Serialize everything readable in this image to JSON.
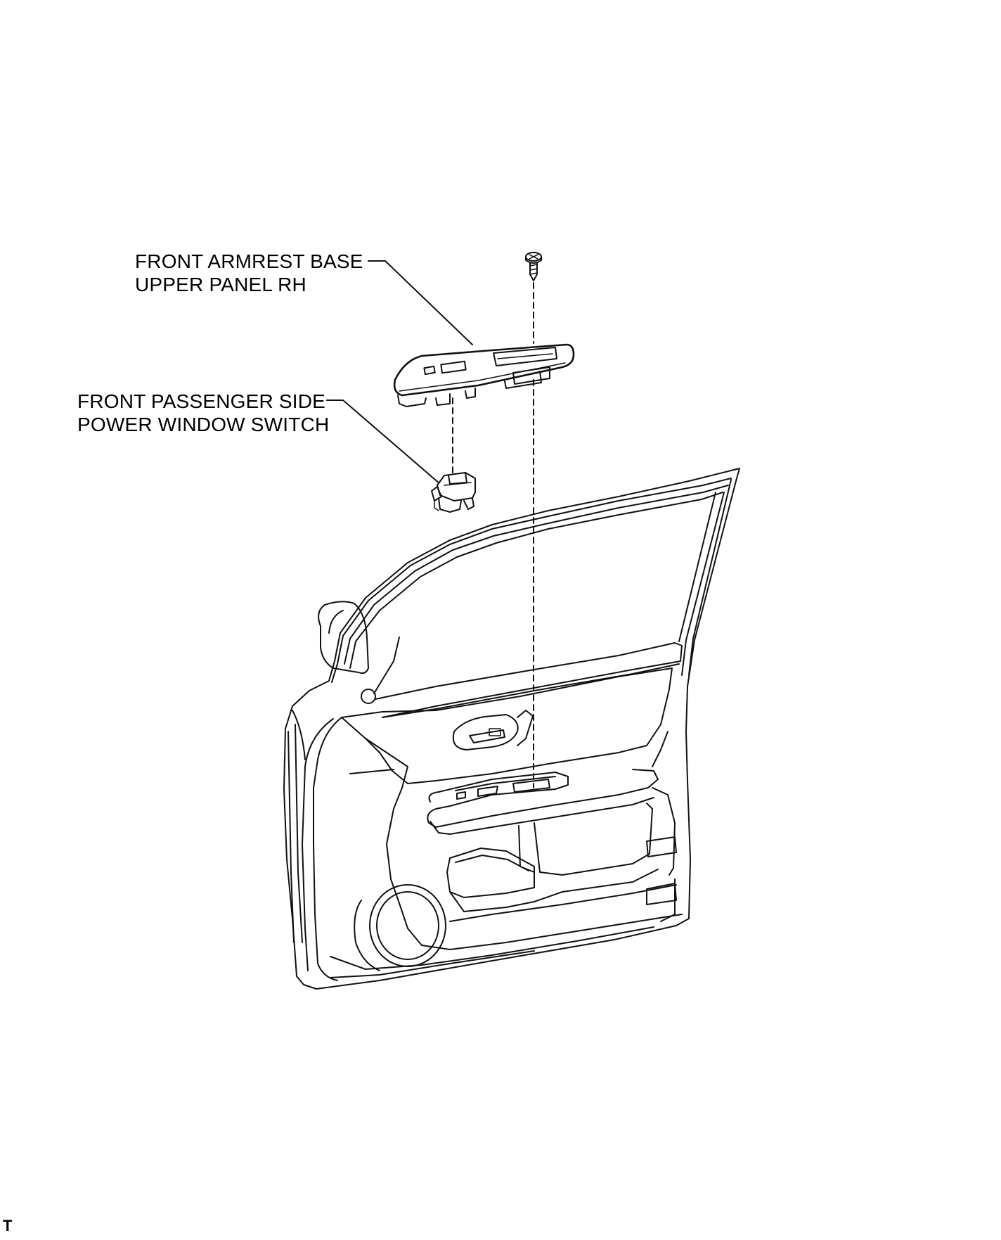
{
  "labels": {
    "armrest_line1": "FRONT ARMREST BASE",
    "armrest_line2": "UPPER PANEL RH",
    "switch_line1": "FRONT PASSENGER SIDE",
    "switch_line2": "POWER WINDOW SWITCH"
  },
  "corner_mark": "T"
}
